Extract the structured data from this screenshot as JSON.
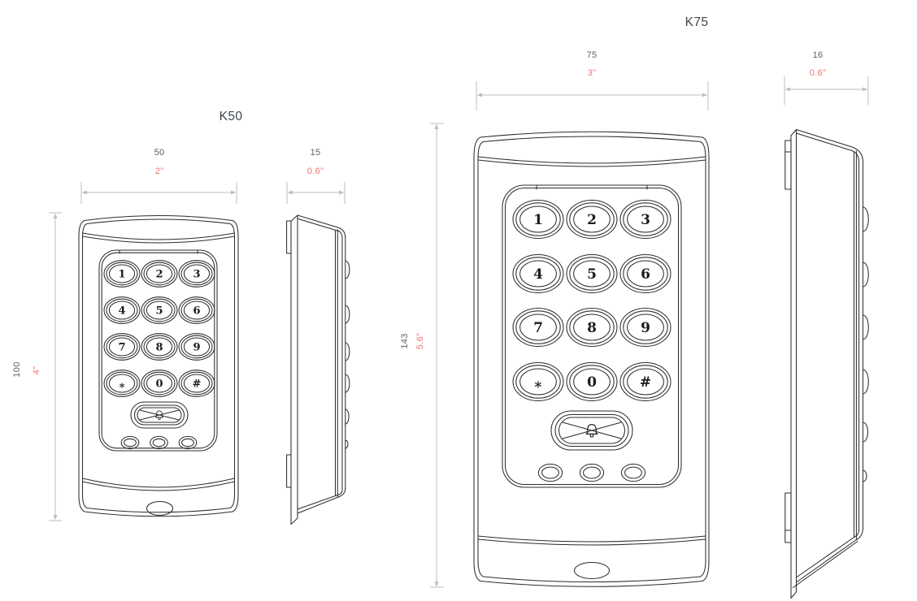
{
  "colors": {
    "outline": "#2d2d2d",
    "dimension_line": "#b7bfc7",
    "dimension_text_mm": "#5b6267",
    "dimension_text_inch": "#f0736e",
    "title_text": "#3e464b",
    "background": "#ffffff"
  },
  "products": {
    "k50": {
      "title": "K50",
      "width_mm": "50",
      "width_in": "2\"",
      "depth_mm": "15",
      "depth_in": "0.6\"",
      "height_mm": "100",
      "height_in": "4\"",
      "keys": [
        "1",
        "2",
        "3",
        "4",
        "5",
        "6",
        "7",
        "8",
        "9",
        "*",
        "0",
        "#"
      ]
    },
    "k75": {
      "title": "K75",
      "width_mm": "75",
      "width_in": "3\"",
      "depth_mm": "16",
      "depth_in": "0.6\"",
      "height_mm": "143",
      "height_in": "5.6\"",
      "keys": [
        "1",
        "2",
        "3",
        "4",
        "5",
        "6",
        "7",
        "8",
        "9",
        "*",
        "0",
        "#"
      ]
    }
  }
}
